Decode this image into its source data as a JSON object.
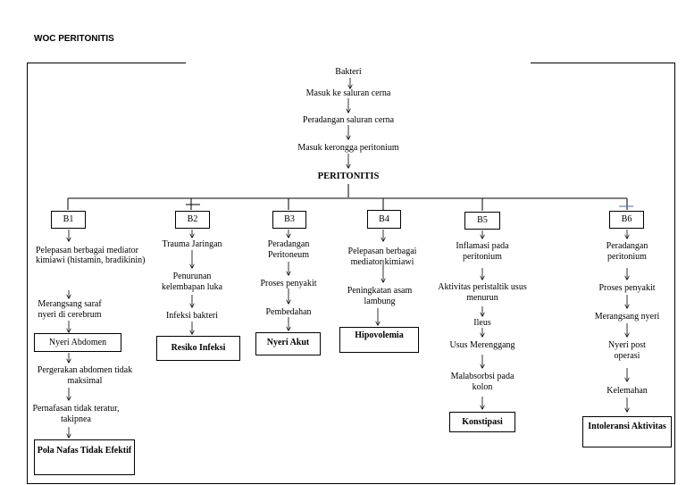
{
  "title": "WOC PERITONITIS",
  "top_chain": [
    "Bakteri",
    "Masuk ke saluran cerna",
    "Peradangan saluran cerna",
    "Masuk kerongga peritonium"
  ],
  "center": "PERITONITIS",
  "branches": {
    "b1": {
      "label": "B1",
      "steps": [
        "Pelepasan berbagai mediator kimiawi (histamin, bradikinin)",
        "Merangsang saraf nyeri di cerebrum"
      ],
      "diag1": "Nyeri Abdomen",
      "steps2": [
        "Pergerakan abdomen tidak maksimal",
        "Pernafasan tidak teratur, takipnea"
      ],
      "diagnosis": "Pola Nafas Tidak Efektif"
    },
    "b2": {
      "label": "B2",
      "steps": [
        "Trauma Jaringan",
        "Penurunan kelembapan luka",
        "Infeksi bakteri"
      ],
      "diagnosis": "Resiko Infeksi"
    },
    "b3": {
      "label": "B3",
      "steps": [
        "Peradangan Peritoneum",
        "Proses penyakit",
        "Pembedahan"
      ],
      "diagnosis": "Nyeri Akut"
    },
    "b4": {
      "label": "B4",
      "steps": [
        "Pelepasan berbagai mediator kimiawi",
        "Peningkatan asam lambung"
      ],
      "diagnosis": "Hipovolemia"
    },
    "b5": {
      "label": "B5",
      "steps": [
        "Inflamasi pada peritonium",
        "Aktivitas peristaltik usus menurun",
        "Ileus",
        "Usus Merenggang",
        "Malabsorbsi pada kolon"
      ],
      "diagnosis": "Konstipasi"
    },
    "b6": {
      "label": "B6",
      "steps": [
        "Peradangan peritonium",
        "Proses penyakit",
        "Merangsang nyeri",
        "Nyeri post operasi",
        "Kelemahan"
      ],
      "diagnosis": "Intoleransi Aktivitas"
    }
  }
}
